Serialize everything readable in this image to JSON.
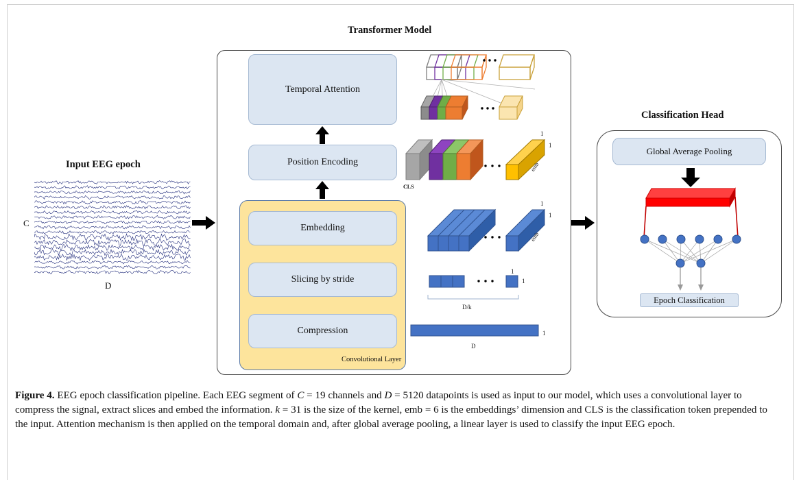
{
  "figure": {
    "input": {
      "title": "Input EEG epoch",
      "channel_label": "C",
      "datapoints_label": "D"
    },
    "transformer": {
      "title": "Transformer Model",
      "blocks": {
        "temporal_attention": "Temporal Attention",
        "position_encoding": "Position Encoding",
        "embedding": "Embedding",
        "slicing": "Slicing by stride",
        "compression": "Compression"
      },
      "conv_layer_label": "Convolutional  Layer",
      "labels": {
        "cls": "CLS",
        "emb_a": "emb",
        "emb_b": "emb",
        "one_a1": "1",
        "one_a2": "1",
        "one_b1": "1",
        "one_b2": "1",
        "one_c1": "1",
        "one_c2": "1",
        "one_d": "1",
        "d_over_k": "D/k",
        "d_bottom": "D"
      }
    },
    "head": {
      "title": "Classification Head",
      "pooling": "Global Average Pooling",
      "output": "Epoch Classification"
    },
    "colors": {
      "block_fill": "#dce6f2",
      "conv_fill": "#fde49c",
      "blue": "#4472c4",
      "red": "#ff0000",
      "gray": "#a6a6a6",
      "purple": "#7030a0",
      "green": "#70ad47",
      "orange": "#ed7d31",
      "gold": "#ffc000"
    }
  },
  "caption": {
    "label": "Figure 4.",
    "text_1": " EEG epoch classification pipeline. Each EEG segment of ",
    "c_var": "C",
    "c_val": " = 19 channels and ",
    "d_var": "D",
    "d_val": " = 5120 datapoints is used as input to our model, which uses a convolutional layer to compress the signal, extract slices and embed the information. ",
    "k_var": "k",
    "k_val": " = 31 is the size of the kernel, emb = 6 is the embeddings’ dimension and CLS is the classification token prepended to the input. Attention mechanism is then applied on the temporal domain and, after global average pooling, a linear layer is used to classify the input EEG epoch."
  }
}
